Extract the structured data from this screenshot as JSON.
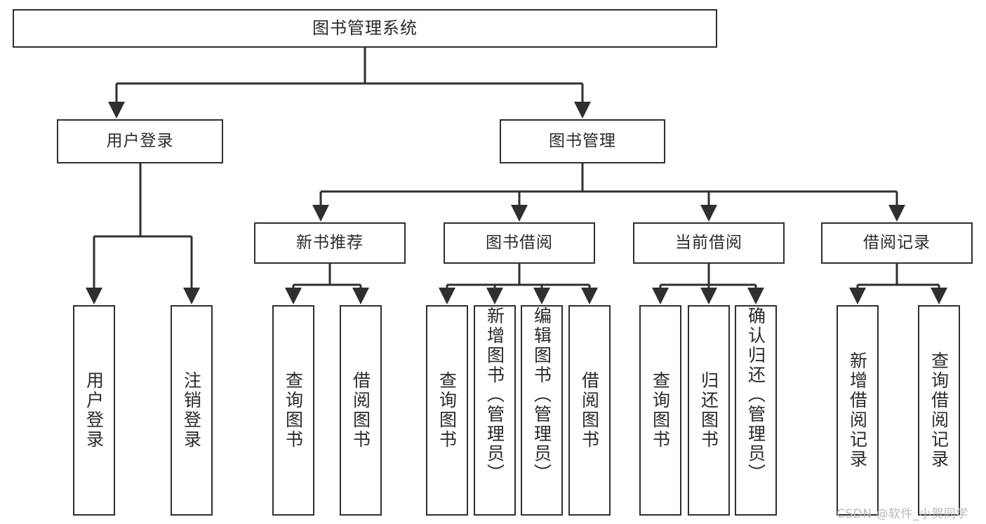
{
  "diagram": {
    "title": "图书管理系统",
    "type": "tree-functional-structure",
    "background_color": "#ffffff",
    "line_color": "#2f2f2f",
    "text_color": "#2a2a2a",
    "watermark": "CSDN @软件_小贺同学",
    "nodes": {
      "root": {
        "label": "图书管理系统",
        "level": 1
      },
      "user_login": {
        "label": "用户登录",
        "level": 2
      },
      "book_manage": {
        "label": "图书管理",
        "level": 2
      },
      "new_book_rec": {
        "label": "新书推荐",
        "level": 3
      },
      "book_borrow": {
        "label": "图书借阅",
        "level": 3
      },
      "current_borrow": {
        "label": "当前借阅",
        "level": 3
      },
      "borrow_record": {
        "label": "借阅记录",
        "level": 3
      },
      "leaf_user_login": {
        "label": "用户登录",
        "level": 3,
        "parent": "用户登录"
      },
      "leaf_logout": {
        "label": "注销登录",
        "level": 3,
        "parent": "用户登录"
      },
      "leaf_query_book_1": {
        "label": "查询图书",
        "level": 4,
        "parent": "新书推荐"
      },
      "leaf_borrow_book_1": {
        "label": "借阅图书",
        "level": 4,
        "parent": "新书推荐"
      },
      "leaf_query_book_2": {
        "label": "查询图书",
        "level": 4,
        "parent": "图书借阅"
      },
      "leaf_add_book": {
        "label": "新增图书（管理员）",
        "level": 4,
        "parent": "图书借阅"
      },
      "leaf_edit_book": {
        "label": "编辑图书（管理员）",
        "level": 4,
        "parent": "图书借阅"
      },
      "leaf_borrow_book_2": {
        "label": "借阅图书",
        "level": 4,
        "parent": "图书借阅"
      },
      "leaf_query_book_3": {
        "label": "查询图书",
        "level": 4,
        "parent": "当前借阅"
      },
      "leaf_return_book": {
        "label": "归还图书",
        "level": 4,
        "parent": "当前借阅"
      },
      "leaf_confirm_return": {
        "label": "确认归还（管理员）",
        "level": 4,
        "parent": "当前借阅"
      },
      "leaf_add_record": {
        "label": "新增借阅记录",
        "level": 4,
        "parent": "借阅记录"
      },
      "leaf_query_record": {
        "label": "查询借阅记录",
        "level": 4,
        "parent": "借阅记录"
      }
    }
  }
}
